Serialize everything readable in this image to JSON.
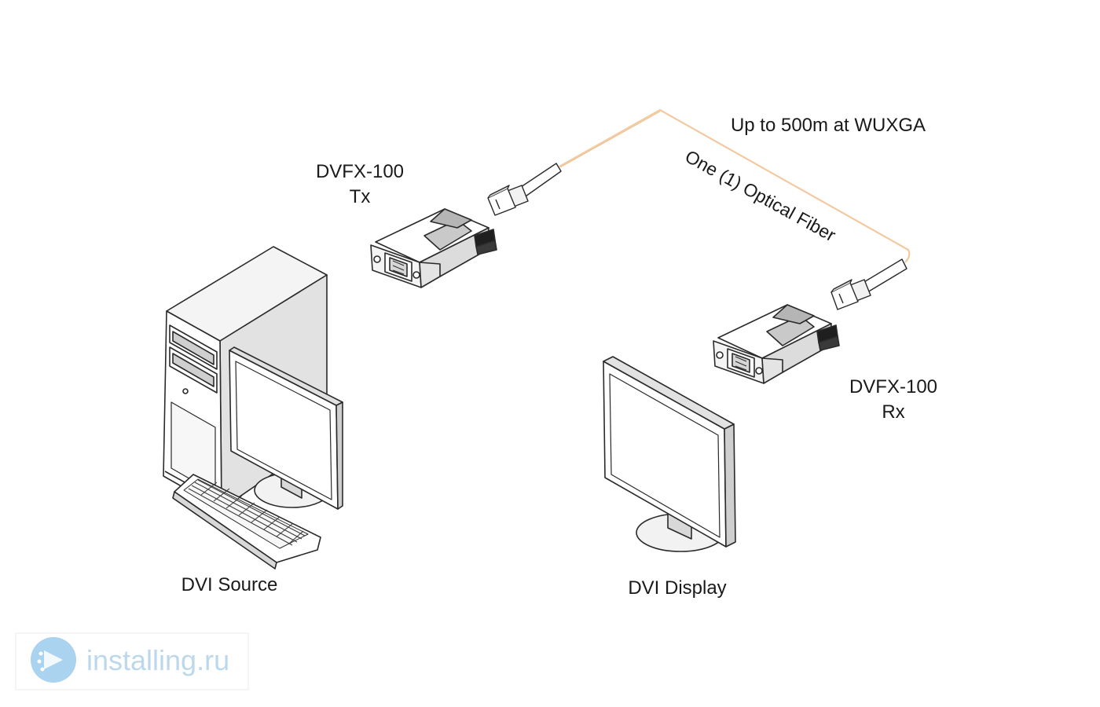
{
  "labels": {
    "tx_model": "DVFX-100",
    "tx_role": "Tx",
    "rx_model": "DVFX-100",
    "rx_role": "Rx",
    "distance": "Up to 500m at WUXGA",
    "fiber": "One (1) Optical Fiber",
    "source": "DVI Source",
    "display": "DVI Display"
  },
  "watermark": {
    "text": "installing.ru",
    "logo_icon": "installing-logo-icon"
  },
  "colors": {
    "fiber": "#f3c9a0",
    "line": "#2a2a2a",
    "device_fill": "#ececec",
    "watermark_text": "#bcd8ea",
    "watermark_logo": "#a9d3ee"
  }
}
